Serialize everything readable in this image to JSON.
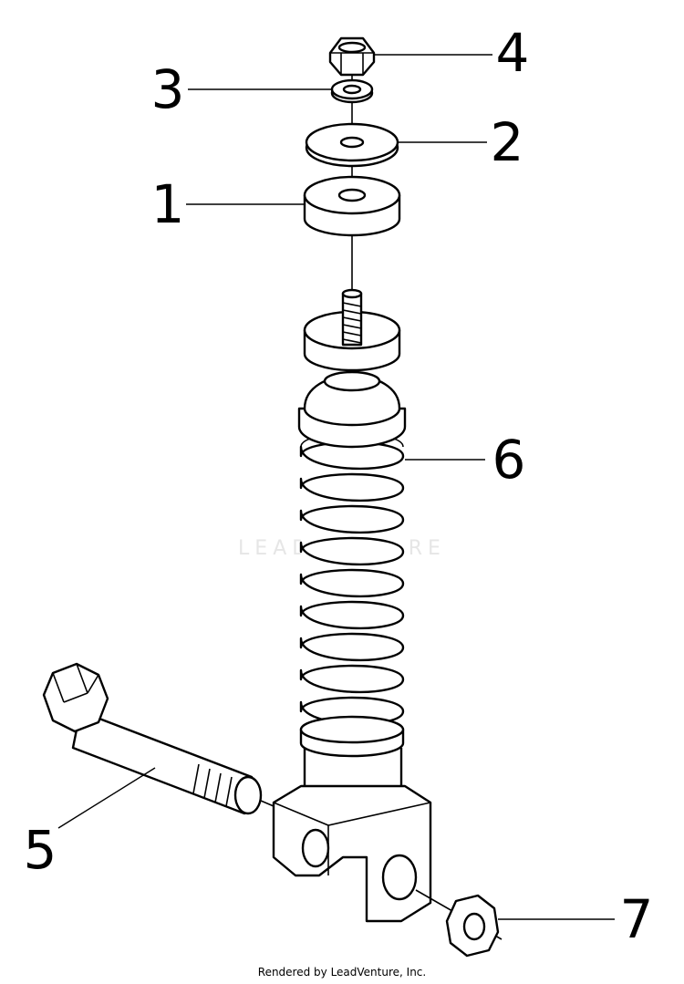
{
  "callouts": {
    "c1": "1",
    "c2": "2",
    "c3": "3",
    "c4": "4",
    "c5": "5",
    "c6": "6",
    "c7": "7"
  },
  "watermark": "LEADVENTURE",
  "credit": "Rendered by LeadVenture, Inc."
}
